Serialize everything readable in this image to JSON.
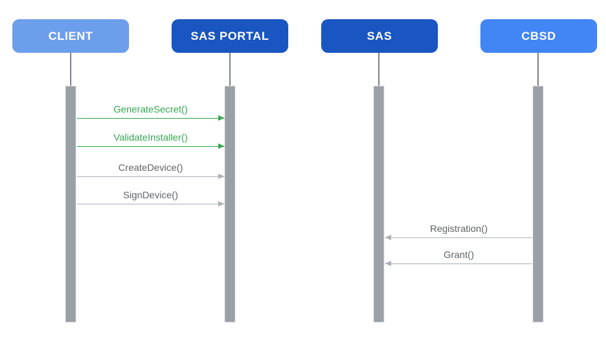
{
  "diagram": {
    "type": "sequence-diagram",
    "actors": [
      {
        "id": "client",
        "label": "CLIENT",
        "color": "#6D9EEB"
      },
      {
        "id": "sas-portal",
        "label": "SAS PORTAL",
        "color": "#1A56C2"
      },
      {
        "id": "sas",
        "label": "SAS",
        "color": "#1A56C2"
      },
      {
        "id": "cbsd",
        "label": "CBSD",
        "color": "#4285F4"
      }
    ],
    "messages": [
      {
        "label": "GenerateSecret()",
        "from": "CLIENT",
        "to": "SAS PORTAL",
        "direction": "right",
        "color": "#34A853"
      },
      {
        "label": "ValidateInstaller()",
        "from": "CLIENT",
        "to": "SAS PORTAL",
        "direction": "right",
        "color": "#34A853"
      },
      {
        "label": "CreateDevice()",
        "from": "CLIENT",
        "to": "SAS PORTAL",
        "direction": "right",
        "color": "#5F6368"
      },
      {
        "label": "SignDevice()",
        "from": "CLIENT",
        "to": "SAS PORTAL",
        "direction": "right",
        "color": "#5F6368"
      },
      {
        "label": "Registration()",
        "from": "CBSD",
        "to": "SAS",
        "direction": "left",
        "color": "#5F6368"
      },
      {
        "label": "Grant()",
        "from": "CBSD",
        "to": "SAS",
        "direction": "left",
        "color": "#5F6368"
      }
    ],
    "colors": {
      "background": "#FFFFFF",
      "lifeline": "#80868B",
      "activation_bar": "#9AA0A6",
      "activation_bar_border": "#D5D7DA",
      "green_message": "#34A853",
      "gray_message_text": "#5F6368",
      "gray_message_line": "#AEB3B8"
    }
  }
}
